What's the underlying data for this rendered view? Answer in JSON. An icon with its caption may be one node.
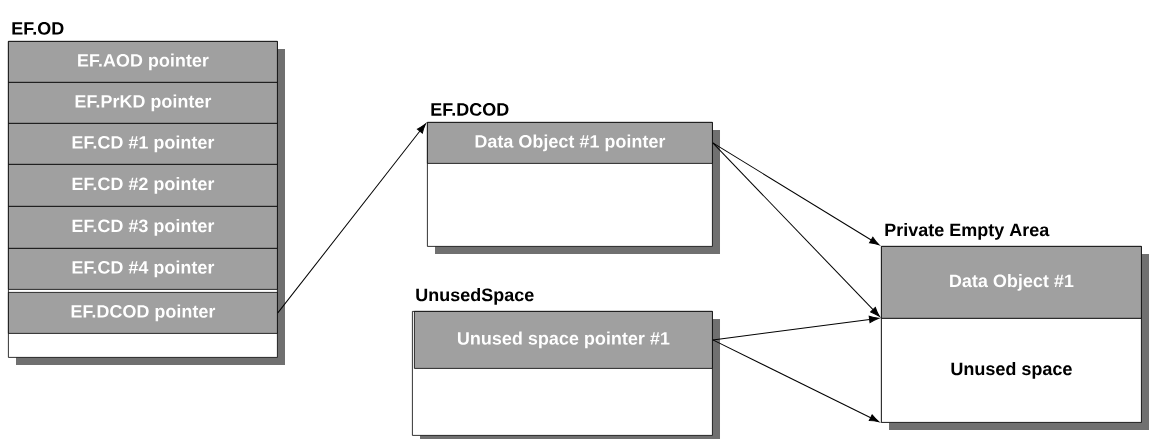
{
  "diagram": {
    "nodes": [
      {
        "text": [
          "EF.OD"
        ]
      },
      {
        "text": [
          "EF.AOD pointer"
        ],
        "in": 0
      },
      {
        "text": [
          "EF.PrKD  pointer"
        ],
        "in": 0
      },
      {
        "text": [
          "EF.CD #1 pointer"
        ],
        "in": 0
      },
      {
        "text": [
          "EF.CD #2 pointer"
        ],
        "in": 0
      },
      {
        "text": [
          "EF.CD #3 pointer"
        ],
        "in": 0
      },
      {
        "text": [
          "EF.CD #4 pointer"
        ],
        "in": 0
      },
      {
        "text": [
          "EF.DCOD pointer"
        ],
        "in": 0
      },
      {
        "text": [
          "EF.DCOD"
        ]
      },
      {
        "text": [
          "Data Object #1 pointer"
        ],
        "in": 8
      },
      {
        "text": [
          "UnusedSpace"
        ]
      },
      {
        "text": [
          "Unused space pointer #1"
        ],
        "in": 10
      },
      {
        "text": [
          "Private Empty Area"
        ]
      },
      {
        "text": [
          "Data Object #1"
        ],
        "in": 12
      },
      {
        "text": [
          "Unused space"
        ],
        "in": 12
      }
    ],
    "edges": [
      {
        "from": 7,
        "to": 8,
        "arrow": "to"
      },
      {
        "from": 9,
        "to": 13,
        "arrow": "to"
      },
      {
        "from": 9,
        "to": 14,
        "arrow": "to"
      },
      {
        "from": 11,
        "to": 14,
        "arrow": "to"
      },
      {
        "from": 11,
        "to": 14,
        "arrow": "to"
      }
    ]
  }
}
